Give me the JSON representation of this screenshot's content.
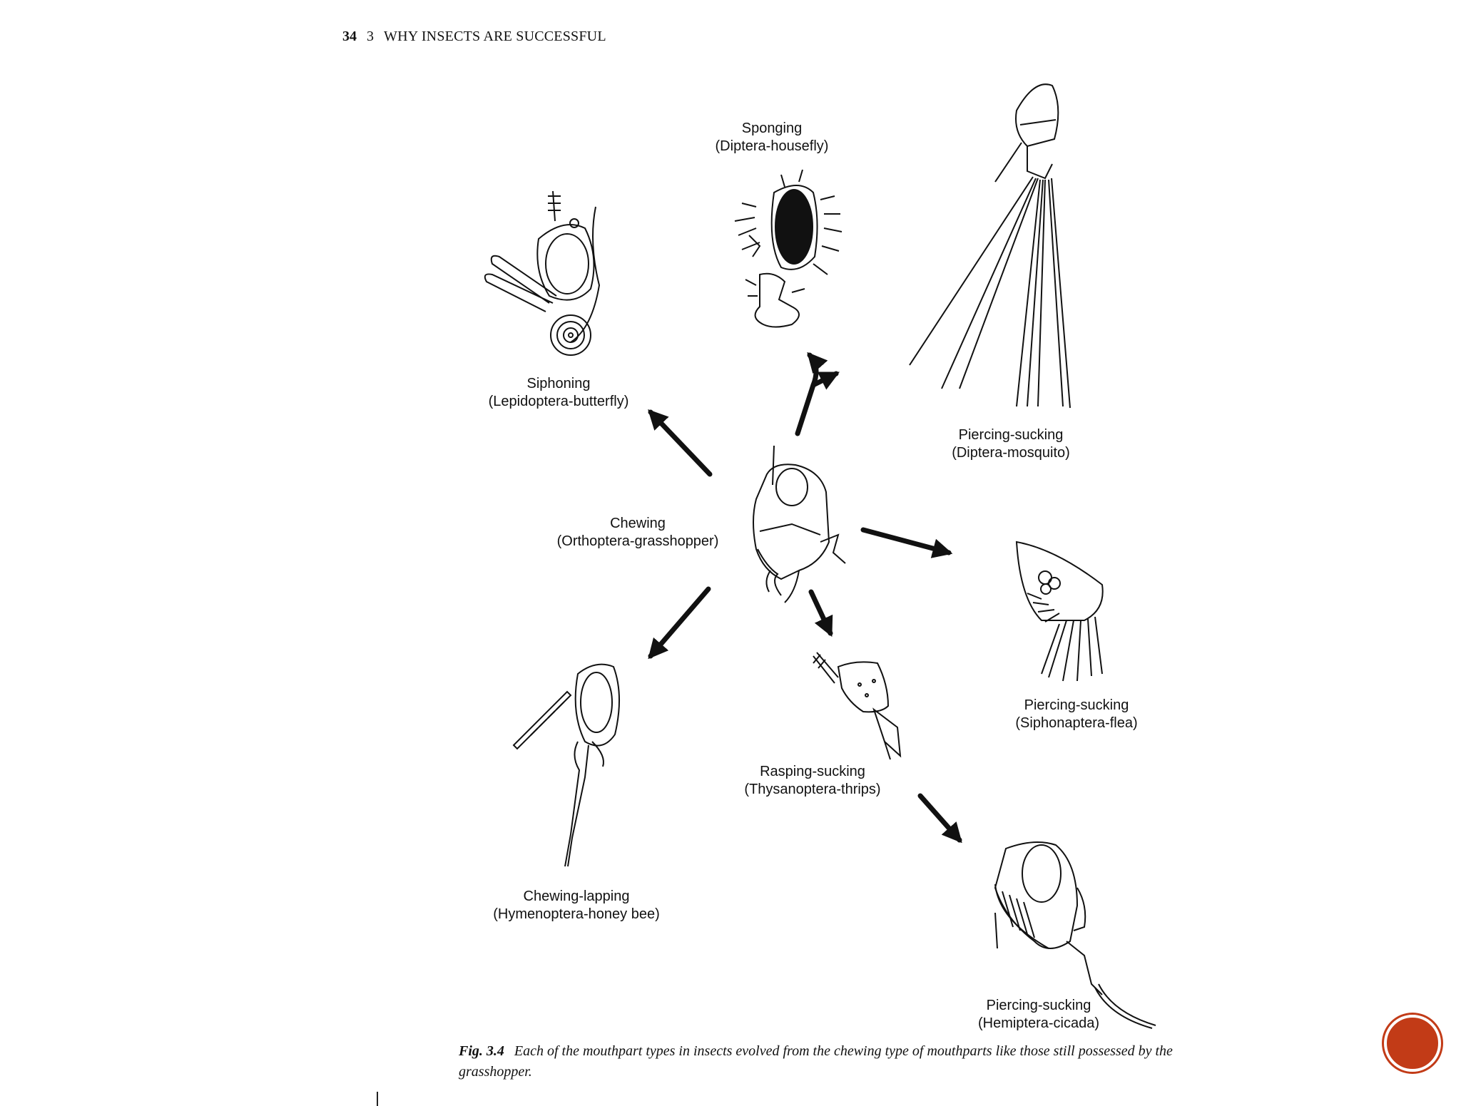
{
  "header": {
    "page_number": "34",
    "chapter_number": "3",
    "chapter_title": "WHY INSECTS ARE SUCCESSFUL"
  },
  "figure": {
    "center": {
      "type": "Chewing",
      "example": "(Orthoptera-grasshopper)"
    },
    "types": [
      {
        "id": "siphoning",
        "type": "Siphoning",
        "example": "(Lepidoptera-butterfly)"
      },
      {
        "id": "sponging",
        "type": "Sponging",
        "example": "(Diptera-housefly)"
      },
      {
        "id": "mosquito",
        "type": "Piercing-sucking",
        "example": "(Diptera-mosquito)"
      },
      {
        "id": "flea",
        "type": "Piercing-sucking",
        "example": "(Siphonaptera-flea)"
      },
      {
        "id": "thrips",
        "type": "Rasping-sucking",
        "example": "(Thysanoptera-thrips)"
      },
      {
        "id": "cicada",
        "type": "Piercing-sucking",
        "example": "(Hemiptera-cicada)"
      },
      {
        "id": "honeybee",
        "type": "Chewing-lapping",
        "example": "(Hymenoptera-honey bee)"
      }
    ]
  },
  "caption": {
    "number": "Fig. 3.4",
    "text": "Each of the mouthpart types in insects evolved from the chewing type of mouthparts like those still possessed by the grasshopper."
  },
  "colors": {
    "badge": "#c23b17",
    "ink": "#111111"
  }
}
